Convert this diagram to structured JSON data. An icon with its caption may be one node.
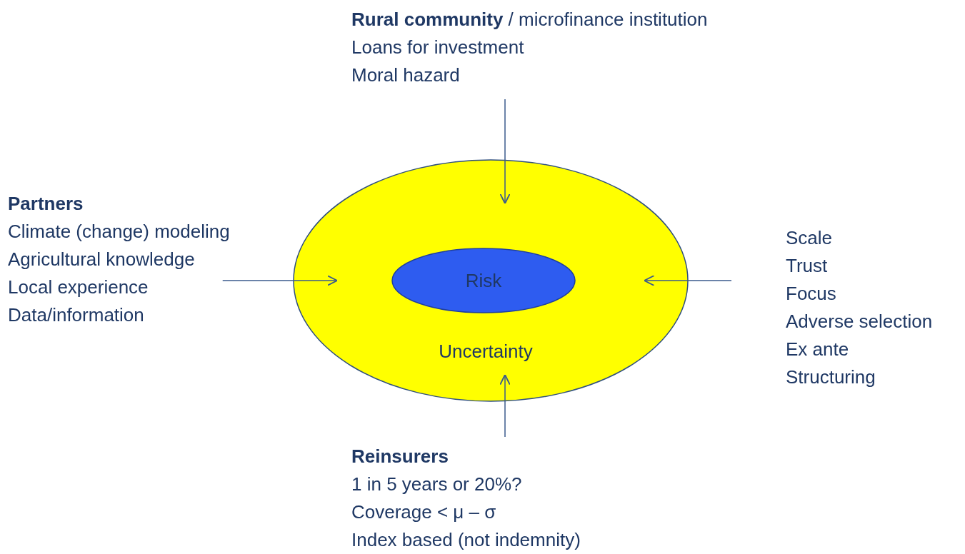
{
  "diagram": {
    "nodes": [
      {
        "text": [
          "**Rural community** / microfinance institution",
          "Loans for investment",
          "Moral hazard"
        ]
      },
      {
        "text": [
          "Partners",
          "Climate (change) modeling",
          "Agricultural knowledge",
          "Local experience",
          "Data/information"
        ]
      },
      {
        "text": [
          "Uncertainty"
        ]
      },
      {
        "text": [
          "Risk"
        ],
        "in": 2
      },
      {
        "text": [
          "Scale",
          "Trust",
          "Focus",
          "Adverse selection",
          "Ex ante",
          "Structuring"
        ]
      },
      {
        "text": [
          "Reinsurers",
          "1 in 5 years or 20%?",
          "Coverage < μ – σ",
          "Index based (not indemnity)"
        ]
      }
    ],
    "edges": [
      {
        "from": 0,
        "to": 2,
        "arrow": "to"
      },
      {
        "from": 1,
        "to": 2,
        "arrow": "to"
      },
      {
        "from": 4,
        "to": 2,
        "arrow": "to"
      },
      {
        "from": 5,
        "to": 2,
        "arrow": "to"
      }
    ]
  }
}
